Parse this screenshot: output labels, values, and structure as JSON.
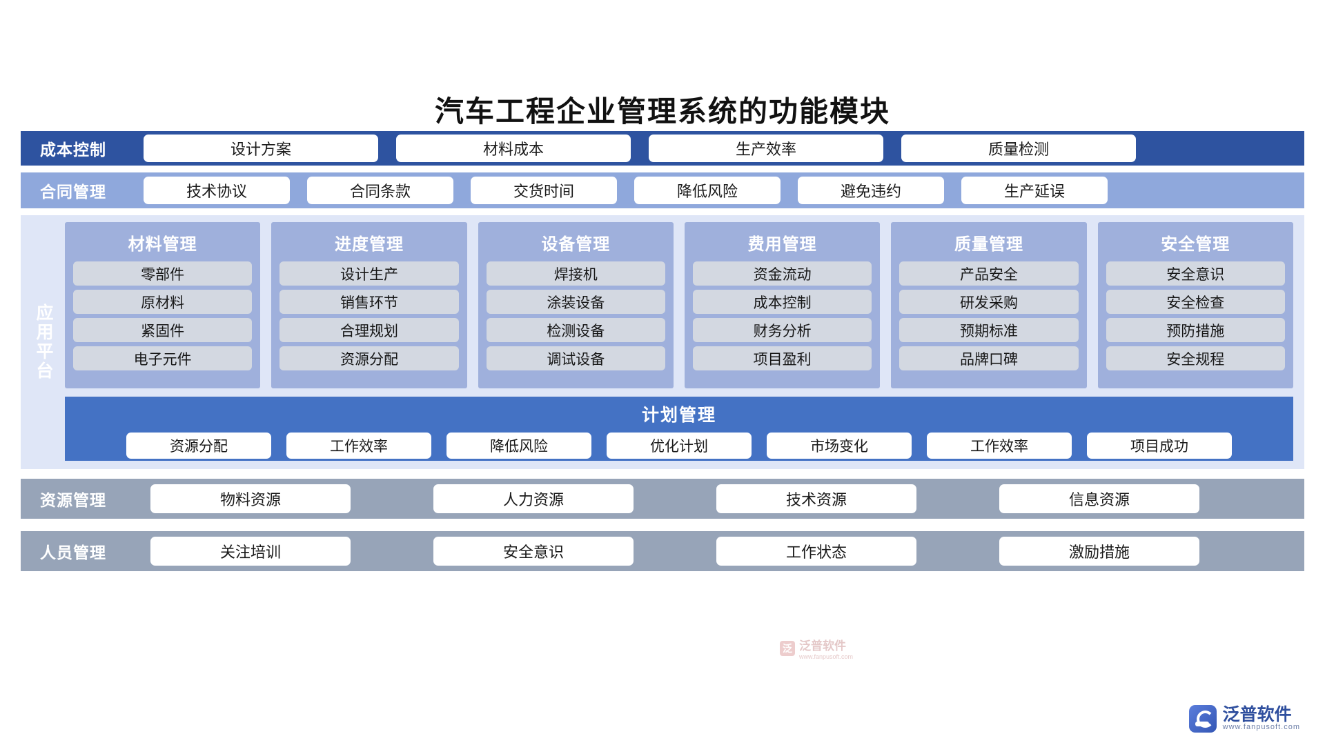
{
  "title": "汽车工程企业管理系统的功能模块",
  "colors": {
    "cost_row_bg": "#2E53A0",
    "contract_row_bg": "#8FA8DC",
    "platform_bg": "#dfe6f7",
    "column_bg": "#9FB0DC",
    "column_item_bg": "#d3d8e1",
    "plan_bg": "#4472C4",
    "bottom_row_bg": "#97A4B8",
    "pill_bg": "#ffffff",
    "brand_blue": "#2f4f9e"
  },
  "rows": {
    "cost": {
      "label": "成本控制",
      "items": [
        "设计方案",
        "材料成本",
        "生产效率",
        "质量检测"
      ]
    },
    "contract": {
      "label": "合同管理",
      "items": [
        "技术协议",
        "合同条款",
        "交货时间",
        "降低风险",
        "避免违约",
        "生产延误"
      ]
    },
    "resource": {
      "label": "资源管理",
      "items": [
        "物料资源",
        "人力资源",
        "技术资源",
        "信息资源"
      ]
    },
    "personnel": {
      "label": "人员管理",
      "items": [
        "关注培训",
        "安全意识",
        "工作状态",
        "激励措施"
      ]
    }
  },
  "platform": {
    "label": "应用平台",
    "columns": [
      {
        "title": "材料管理",
        "items": [
          "零部件",
          "原材料",
          "紧固件",
          "电子元件"
        ]
      },
      {
        "title": "进度管理",
        "items": [
          "设计生产",
          "销售环节",
          "合理规划",
          "资源分配"
        ]
      },
      {
        "title": "设备管理",
        "items": [
          "焊接机",
          "涂装设备",
          "检测设备",
          "调试设备"
        ]
      },
      {
        "title": "费用管理",
        "items": [
          "资金流动",
          "成本控制",
          "财务分析",
          "项目盈利"
        ]
      },
      {
        "title": "质量管理",
        "items": [
          "产品安全",
          "研发采购",
          "预期标准",
          "品牌口碑"
        ]
      },
      {
        "title": "安全管理",
        "items": [
          "安全意识",
          "安全检查",
          "预防措施",
          "安全规程"
        ]
      }
    ],
    "plan": {
      "title": "计划管理",
      "items": [
        "资源分配",
        "工作效率",
        "降低风险",
        "优化计划",
        "市场变化",
        "工作效率",
        "项目成功"
      ]
    }
  },
  "watermark": {
    "name": "泛普软件",
    "url": "www.fanpusoft.com"
  },
  "brand": {
    "name": "泛普软件",
    "url": "www.fanpusoft.com"
  }
}
